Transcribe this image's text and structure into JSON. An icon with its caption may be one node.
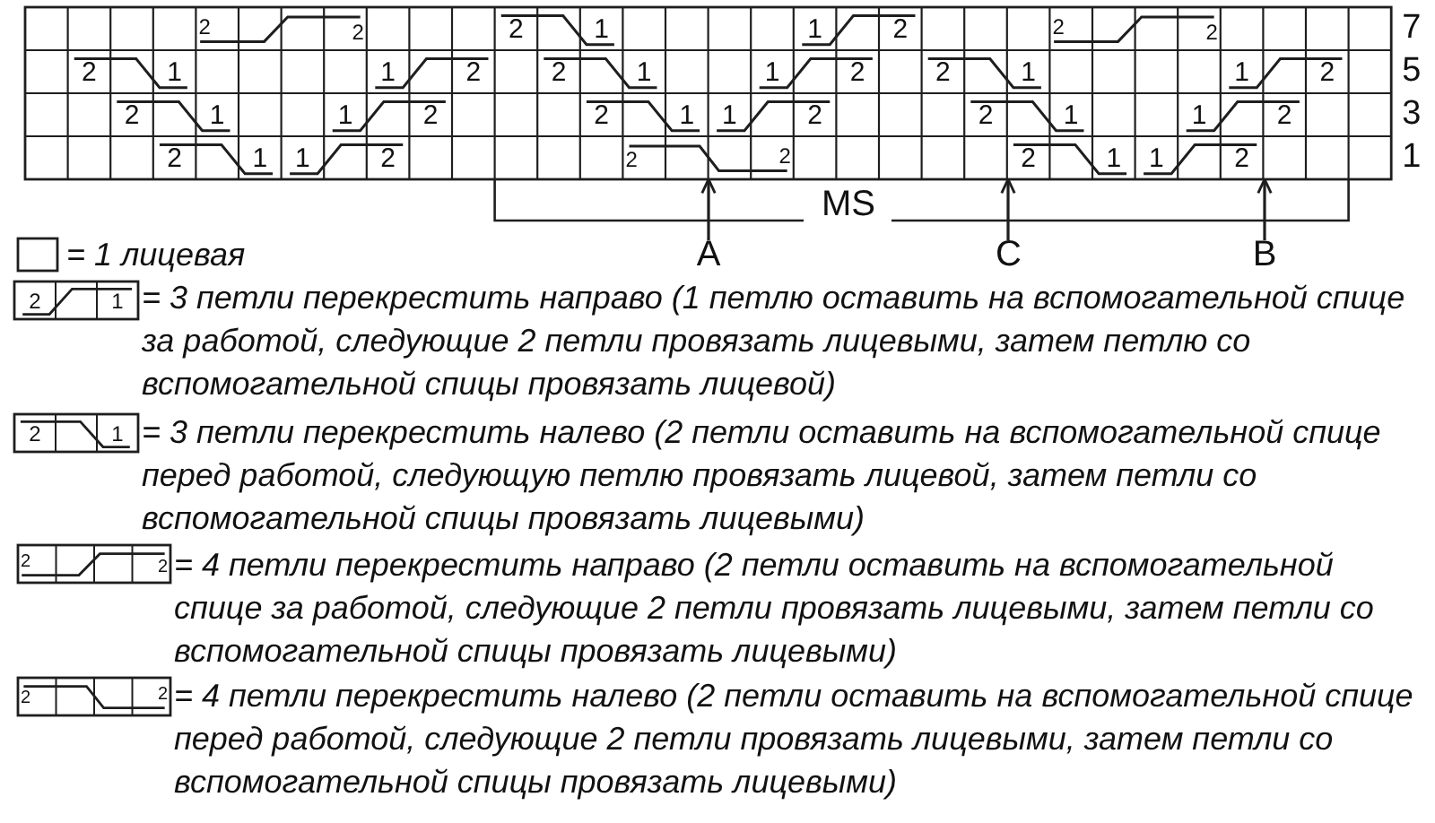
{
  "diagram": {
    "nodes": [
      {
        "text": [],
        "shape": "grid"
      },
      {
        "text": [
          "A"
        ]
      },
      {
        "text": [
          "C"
        ]
      },
      {
        "text": [
          "B"
        ]
      }
    ],
    "edges": [
      {
        "from": 1,
        "to": 0,
        "arrow": "to"
      },
      {
        "from": 2,
        "to": 0,
        "arrow": "to"
      },
      {
        "from": 3,
        "to": 0,
        "arrow": "to"
      }
    ],
    "labels": [
      "2",
      "2",
      "2",
      "1",
      "1",
      "2",
      "2",
      "2",
      "7",
      "2",
      "1",
      "1",
      "2",
      "2",
      "1",
      "1",
      "2",
      "2",
      "1",
      "1",
      "2",
      "5",
      "2",
      "1",
      "1",
      "2",
      "2",
      "1",
      "1",
      "2",
      "2",
      "1",
      "1",
      "2",
      "3",
      "2",
      "1",
      "1",
      "2",
      "2",
      "2",
      "2",
      "1",
      "1",
      "2",
      "1",
      "MS",
      "2",
      "1",
      "2",
      "1",
      "2",
      "2",
      "2",
      "2"
    ],
    "legend": [
      {
        "text": "= 1 лицевая"
      },
      {
        "text": "= 3 петли перекрестить направо (1 петлю оставить на вспомогательной спице за работой, следующие 2 петли провязать лицевыми, затем петлю со вспомогательной спицы провязать лицевой)"
      },
      {
        "text": "= 3 петли перекрестить налево (2 петли оставить на вспомогательной спице перед работой, следующую петлю провязать лицевой, затем петли со вспомогательной спицы провязать лицевыми)"
      },
      {
        "text": "= 4 петли перекрестить направо (2 петли оставить на вспомогательной спице за работой, следующие 2 петли провязать лицевыми, затем петли со вспомогательной спицы провязать лицевыми)"
      },
      {
        "text": "= 4 петли перекрестить налево (2 петли оставить на вспомогательной спице перед работой, следующие 2 петли провязать лицевыми, затем петли со вспомогательной спицы провязать лицевыми)"
      }
    ]
  }
}
